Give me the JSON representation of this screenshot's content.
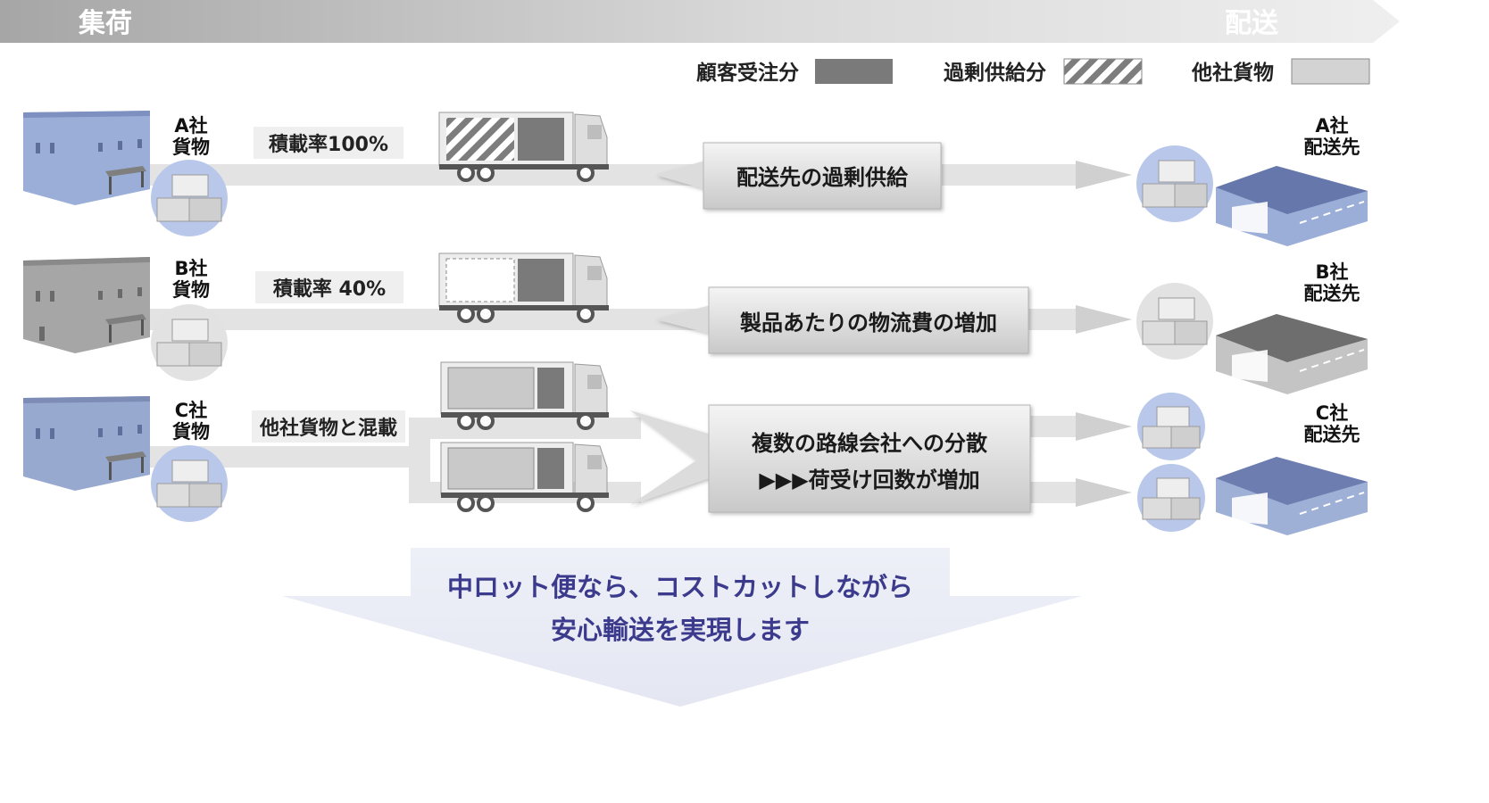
{
  "header": {
    "left": "集荷",
    "right": "配送"
  },
  "legend": [
    {
      "label": "顧客受注分",
      "style": "solid"
    },
    {
      "label": "過剰供給分",
      "style": "hatched"
    },
    {
      "label": "他社貨物",
      "style": "light"
    }
  ],
  "rows": [
    {
      "sender": [
        "A社",
        "貨物"
      ],
      "load": "積載率100%",
      "callout": [
        "配送先の過剰供給"
      ],
      "dest": [
        "A社",
        "配送先"
      ]
    },
    {
      "sender": [
        "B社",
        "貨物"
      ],
      "load": "積載率 40%",
      "callout": [
        "製品あたりの物流費の増加"
      ],
      "dest": [
        "B社",
        "配送先"
      ]
    },
    {
      "sender": [
        "C社",
        "貨物"
      ],
      "load": "他社貨物と混載",
      "callout": [
        "複数の路線会社への分散",
        "▶▶▶荷受け回数が増加"
      ],
      "dest": [
        "C社",
        "配送先"
      ]
    }
  ],
  "conclusion": [
    "中ロット便なら、コストカットしながら",
    "安心輸送を実現します"
  ],
  "colors": {
    "header_gradient": [
      "#a8a8a8",
      "#eeeeee"
    ],
    "building_blue": "#9aaed8",
    "building_gray": "#a6a6a6",
    "solid_cargo": "#7a7a7a",
    "other_cargo": "#c9c9c9",
    "conclusion_text": "#3b3a8c",
    "conclusion_fill": "#eceef6"
  }
}
